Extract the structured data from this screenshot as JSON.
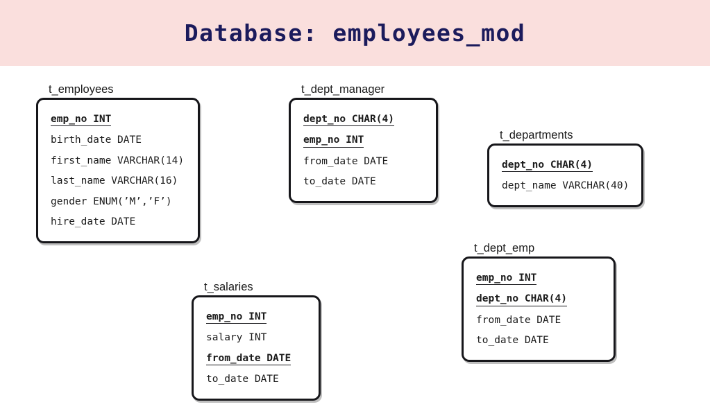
{
  "header": {
    "title": "Database: employees_mod",
    "band_color": "#fadfdd",
    "title_color": "#1b1b5c"
  },
  "diagram": {
    "type": "entity-relationship-schema",
    "background_color": "#ffffff",
    "border_color": "#16161a",
    "entities": [
      {
        "name": "t_employees",
        "fields": [
          {
            "text": "emp_no INT",
            "key": true
          },
          {
            "text": "birth_date DATE",
            "key": false
          },
          {
            "text": "first_name VARCHAR(14)",
            "key": false
          },
          {
            "text": "last_name VARCHAR(16)",
            "key": false
          },
          {
            "text": "gender ENUM(’M’,’F’)",
            "key": false
          },
          {
            "text": "hire_date DATE",
            "key": false
          }
        ]
      },
      {
        "name": "t_dept_manager",
        "fields": [
          {
            "text": "dept_no CHAR(4)",
            "key": true
          },
          {
            "text": "emp_no INT",
            "key": true
          },
          {
            "text": "from_date DATE",
            "key": false
          },
          {
            "text": "to_date DATE",
            "key": false
          }
        ]
      },
      {
        "name": "t_departments",
        "fields": [
          {
            "text": "dept_no CHAR(4)",
            "key": true
          },
          {
            "text": "dept_name VARCHAR(40)",
            "key": false
          }
        ]
      },
      {
        "name": "t_dept_emp",
        "fields": [
          {
            "text": "emp_no INT",
            "key": true
          },
          {
            "text": "dept_no CHAR(4)",
            "key": true
          },
          {
            "text": "from_date DATE",
            "key": false
          },
          {
            "text": "to_date DATE",
            "key": false
          }
        ]
      },
      {
        "name": "t_salaries",
        "fields": [
          {
            "text": "emp_no INT",
            "key": true
          },
          {
            "text": "salary INT",
            "key": false
          },
          {
            "text": "from_date DATE",
            "key": true
          },
          {
            "text": "to_date DATE",
            "key": false
          }
        ]
      }
    ]
  }
}
